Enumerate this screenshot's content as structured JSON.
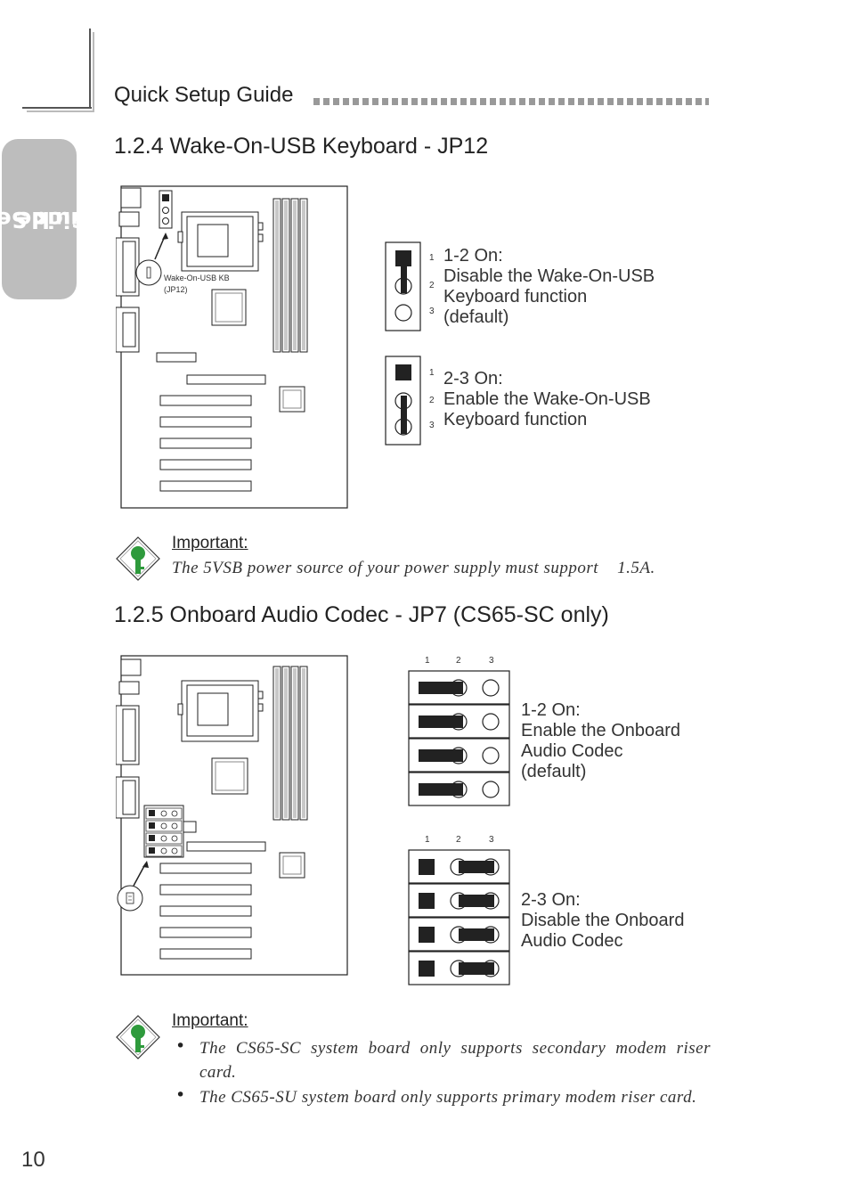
{
  "header": {
    "title": "Quick Setup Guide"
  },
  "side_tab": {
    "line1": "Quick Setup",
    "line2": "Guide"
  },
  "section1": {
    "title": "1.2.4  Wake-On-USB Keyboard - JP12",
    "board_label_1": "Wake-On-USB KB",
    "board_label_2": "(JP12)",
    "setting_a": {
      "pins": [
        "1",
        "2",
        "3"
      ],
      "line1": "1-2 On:",
      "line2": "Disable the Wake-On-USB",
      "line3": "Keyboard function",
      "line4": "(default)"
    },
    "setting_b": {
      "pins": [
        "1",
        "2",
        "3"
      ],
      "line1": "2-3 On:",
      "line2": "Enable the Wake-On-USB",
      "line3": "Keyboard function"
    },
    "important_title": "Important:",
    "important_text": "The 5VSB power source of your power supply must support    1.5A."
  },
  "section2": {
    "title": "1.2.5  Onboard Audio Codec - JP7 (CS65-SC only)",
    "pins_header": [
      "1",
      "2",
      "3"
    ],
    "setting_a": {
      "line1": "1-2 On:",
      "line2": "Enable the Onboard",
      "line3": "Audio Codec",
      "line4": "(default)"
    },
    "setting_b": {
      "line1": "2-3 On:",
      "line2": "Disable the Onboard",
      "line3": "Audio Codec"
    },
    "important_title": "Important:",
    "bullets": [
      "The CS65-SC system board only supports secondary modem riser card.",
      "The CS65-SU system board only supports primary modem riser card."
    ]
  },
  "page_number": "10",
  "colors": {
    "side_tab": "#bdbdbd",
    "key_icon": "#2e9a3c"
  }
}
